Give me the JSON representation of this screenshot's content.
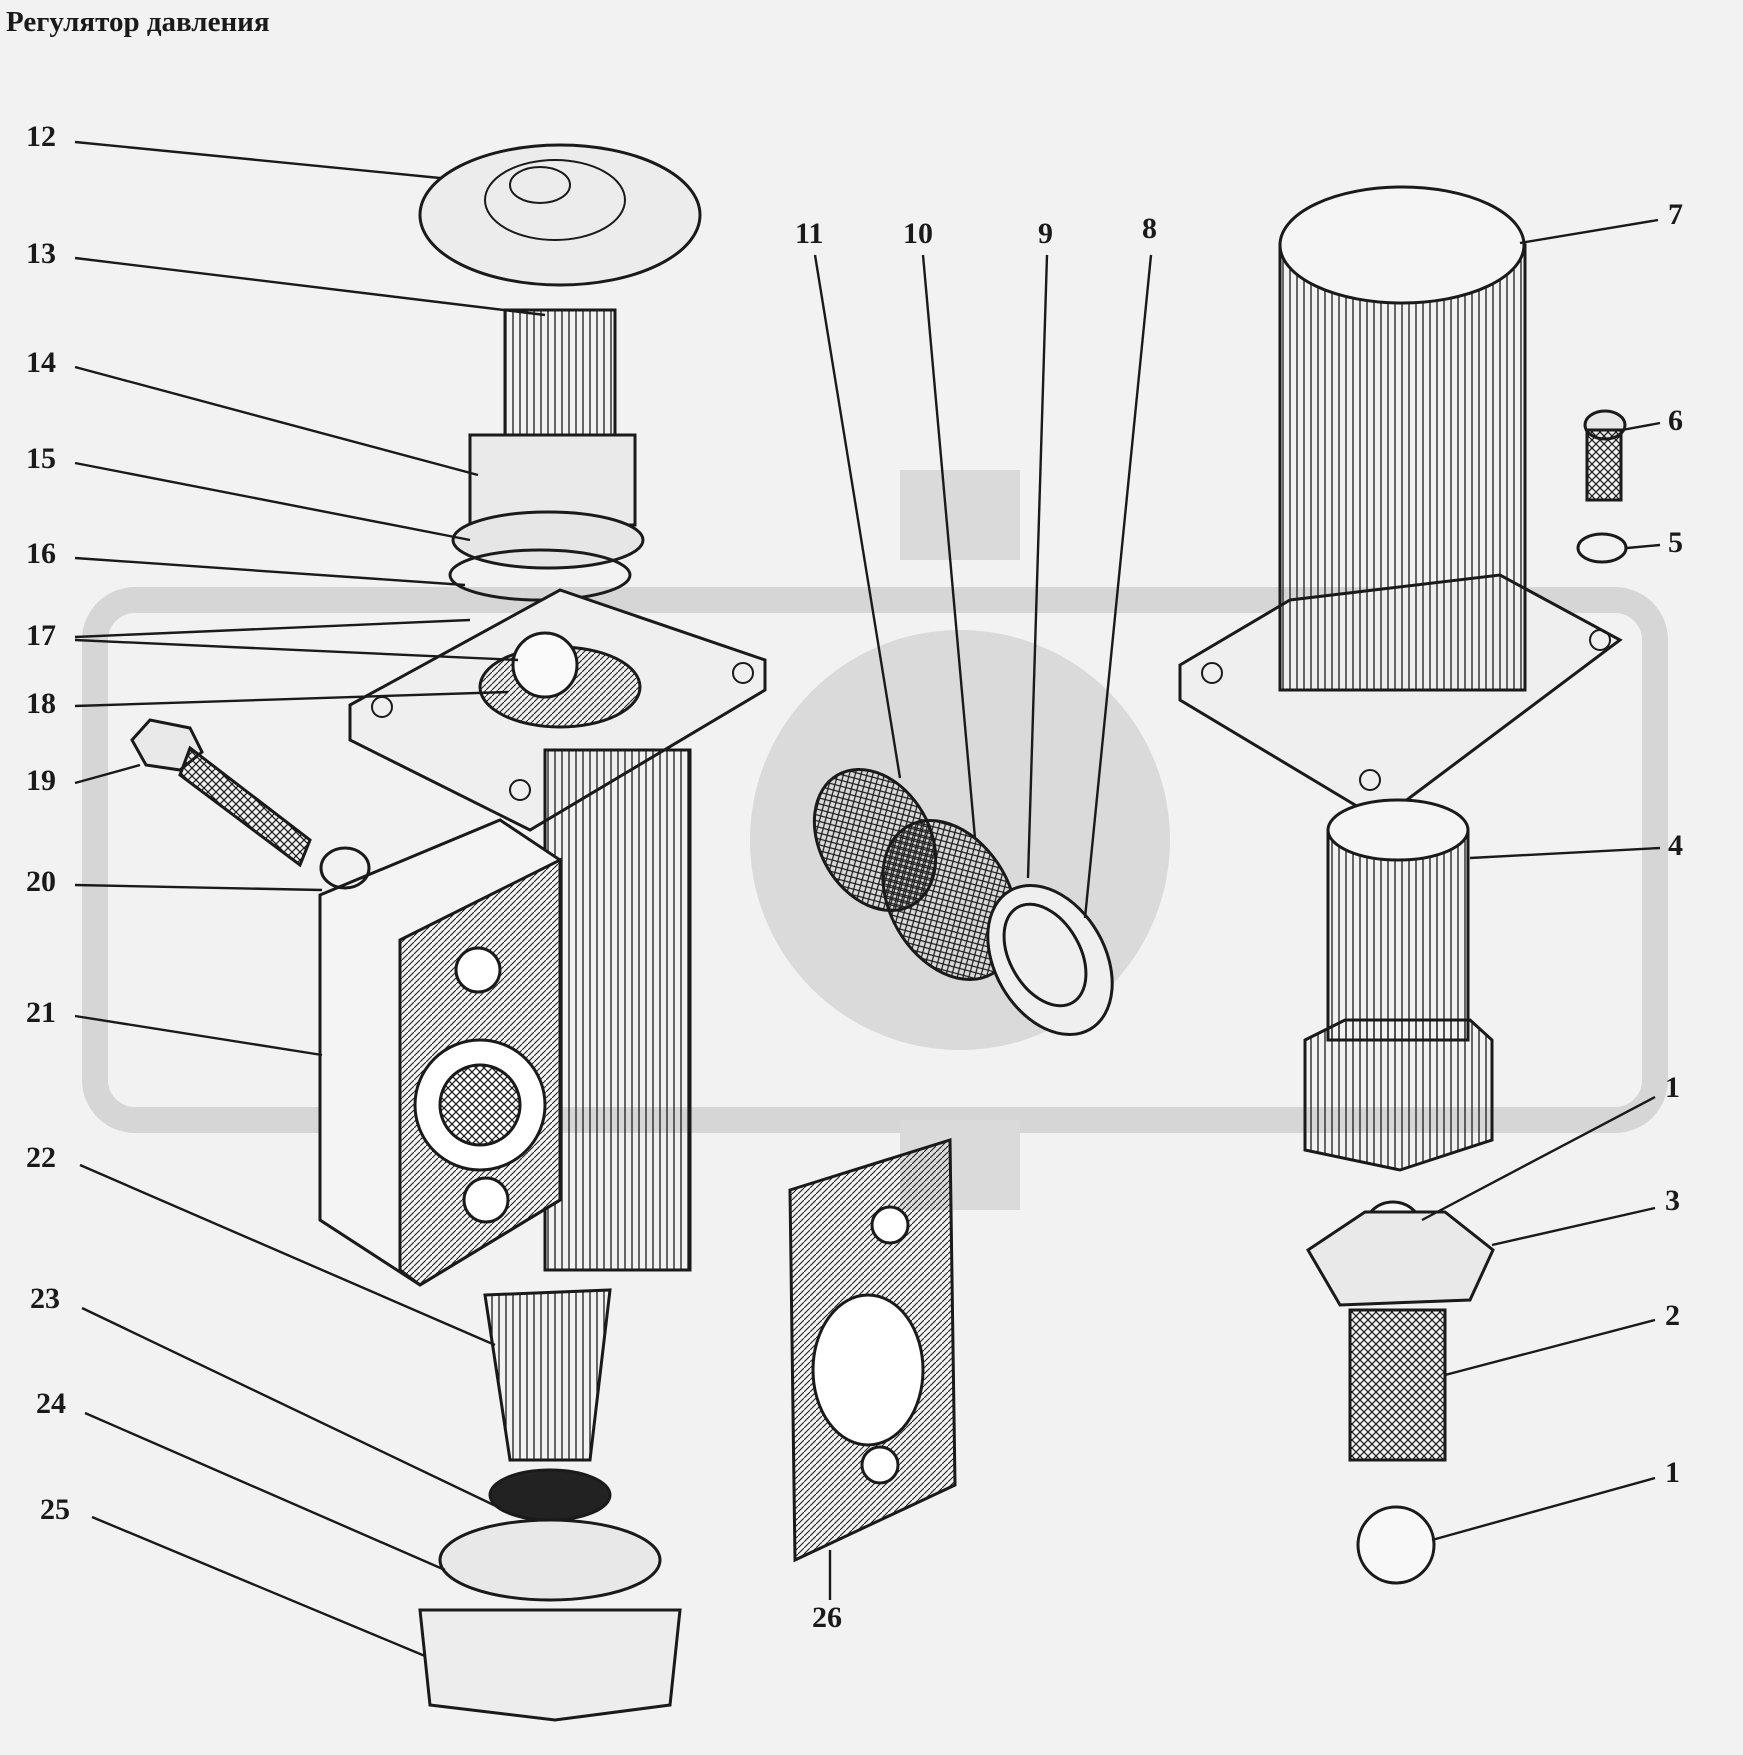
{
  "title": "Регулятор давления",
  "callouts": [
    {
      "id": "c12",
      "label": "12"
    },
    {
      "id": "c13",
      "label": "13"
    },
    {
      "id": "c14",
      "label": "14"
    },
    {
      "id": "c15",
      "label": "15"
    },
    {
      "id": "c16",
      "label": "16"
    },
    {
      "id": "c17",
      "label": "17"
    },
    {
      "id": "c18",
      "label": "18"
    },
    {
      "id": "c19",
      "label": "19"
    },
    {
      "id": "c20",
      "label": "20"
    },
    {
      "id": "c21",
      "label": "21"
    },
    {
      "id": "c22",
      "label": "22"
    },
    {
      "id": "c23",
      "label": "23"
    },
    {
      "id": "c24",
      "label": "24"
    },
    {
      "id": "c25",
      "label": "25"
    },
    {
      "id": "c26",
      "label": "26"
    },
    {
      "id": "c11",
      "label": "11"
    },
    {
      "id": "c10",
      "label": "10"
    },
    {
      "id": "c9",
      "label": "9"
    },
    {
      "id": "c8",
      "label": "8"
    },
    {
      "id": "c7",
      "label": "7"
    },
    {
      "id": "c6",
      "label": "6"
    },
    {
      "id": "c5",
      "label": "5"
    },
    {
      "id": "c4",
      "label": "4"
    },
    {
      "id": "c1a",
      "label": "1"
    },
    {
      "id": "c3",
      "label": "3"
    },
    {
      "id": "c2",
      "label": "2"
    },
    {
      "id": "c1b",
      "label": "1"
    }
  ],
  "colors": {
    "background": "#f2f2f2",
    "ink": "#1a1a1a",
    "watermark": "#d4d4d4"
  }
}
